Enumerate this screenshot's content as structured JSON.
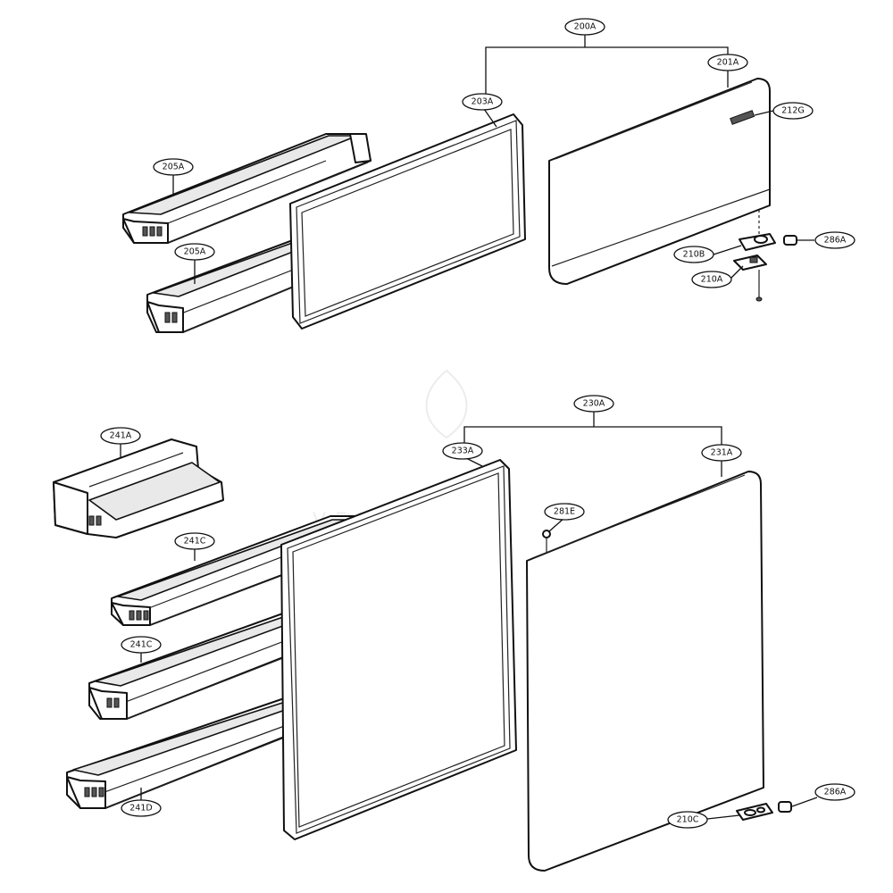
{
  "callouts": {
    "c200A": "200A",
    "c201A": "201A",
    "c212G": "212G",
    "c203A": "203A",
    "c205A_top": "205A",
    "c205A_bottom": "205A",
    "c286A_top": "286A",
    "c210B": "210B",
    "c210A": "210A",
    "c230A": "230A",
    "c231A": "231A",
    "c233A": "233A",
    "c281E": "281E",
    "c241A": "241A",
    "c241C_top": "241C",
    "c241C_bottom": "241C",
    "c241D": "241D",
    "c286A_bottom": "286A",
    "c210C": "210C"
  },
  "watermark": {
    "text": "VENTUS"
  }
}
